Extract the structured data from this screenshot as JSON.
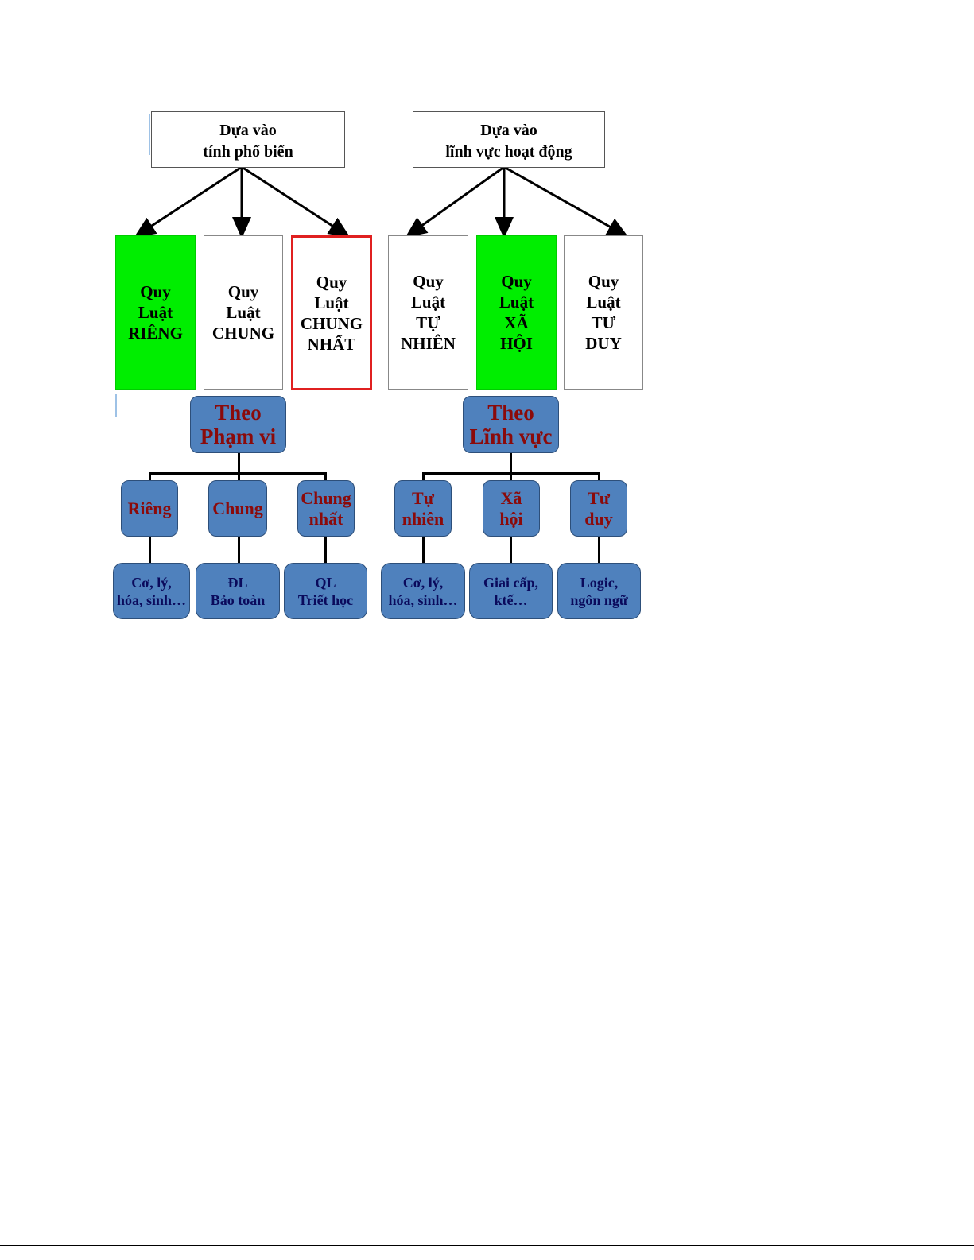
{
  "top_diagram": {
    "headers": [
      {
        "text": "Dựa vào\ntính phổ biến"
      },
      {
        "text": "Dựa vào\nlĩnh vực hoạt động"
      }
    ],
    "laws": [
      {
        "text": "Quy\nLuật\nRIÊNG",
        "fill": "#00ee00"
      },
      {
        "text": "Quy\nLuật\nCHUNG",
        "fill": "#ffffff"
      },
      {
        "text": "Quy\nLuật\nCHUNG\nNHẤT",
        "fill": "#ffffff",
        "border": "#e02020"
      },
      {
        "text": "Quy\nLuật\nTỰ\nNHIÊN",
        "fill": "#ffffff"
      },
      {
        "text": "Quy\nLuật\nXÃ\nHỘI",
        "fill": "#00ee00"
      },
      {
        "text": "Quy\nLuật\nTƯ\nDUY",
        "fill": "#ffffff"
      }
    ]
  },
  "bottom_diagram": {
    "colors": {
      "node_fill": "#4f81bd",
      "upper_text": "#8b0a0a",
      "leaf_text": "#0a0a5c"
    },
    "roots": [
      {
        "text": "Theo\nPhạm vi"
      },
      {
        "text": "Theo\nLĩnh vực"
      }
    ],
    "categories": [
      {
        "text": "Riêng"
      },
      {
        "text": "Chung"
      },
      {
        "text": "Chung\nnhất"
      },
      {
        "text": "Tự\nnhiên"
      },
      {
        "text": "Xã\nhội"
      },
      {
        "text": "Tư\nduy"
      }
    ],
    "examples": [
      {
        "text": "Cơ, lý,\nhóa, sinh…"
      },
      {
        "text": "ĐL\nBảo toàn"
      },
      {
        "text": "QL\nTriết học"
      },
      {
        "text": "Cơ, lý,\nhóa, sinh…"
      },
      {
        "text": "Giai cấp,\nktế…"
      },
      {
        "text": "Logic,\nngôn ngữ"
      }
    ]
  }
}
